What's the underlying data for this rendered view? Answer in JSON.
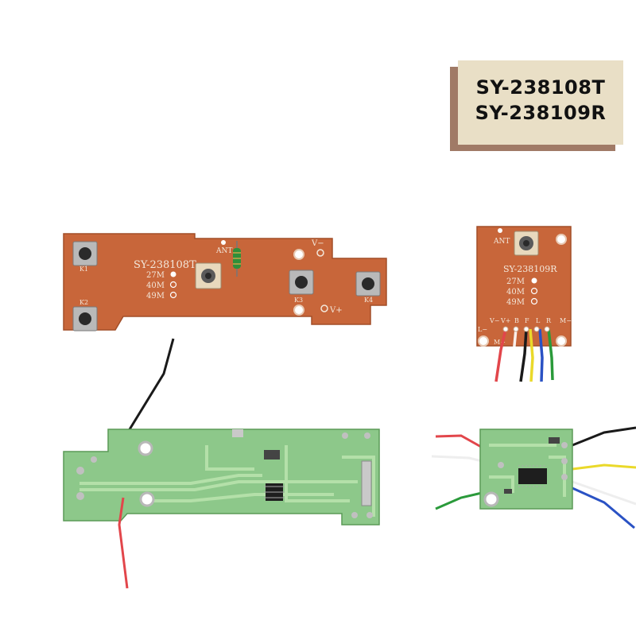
{
  "model_label": {
    "line1": "SY-238108T",
    "line2": "SY-238109R"
  },
  "transmitter_front": {
    "board_name": "SY-238108T",
    "ant": "ANT",
    "freq": [
      "27M",
      "40M",
      "49M"
    ],
    "keys": [
      "K1",
      "K2",
      "K3",
      "K4"
    ],
    "v_minus": "V−",
    "v_plus": "V+"
  },
  "receiver_front": {
    "board_name": "SY-238109R",
    "ant": "ANT",
    "freq": [
      "27M",
      "40M",
      "49M"
    ],
    "pins": [
      "V−",
      "V+",
      "B",
      "F",
      "L",
      "R",
      "M−"
    ],
    "l_minus": "L−",
    "m_plus": "M+"
  },
  "colors": {
    "pcb_brown": "#c8663a",
    "pcb_green": "#8dc88a",
    "label_bg": "#e9dfc6",
    "label_shadow": "#a07a66"
  }
}
